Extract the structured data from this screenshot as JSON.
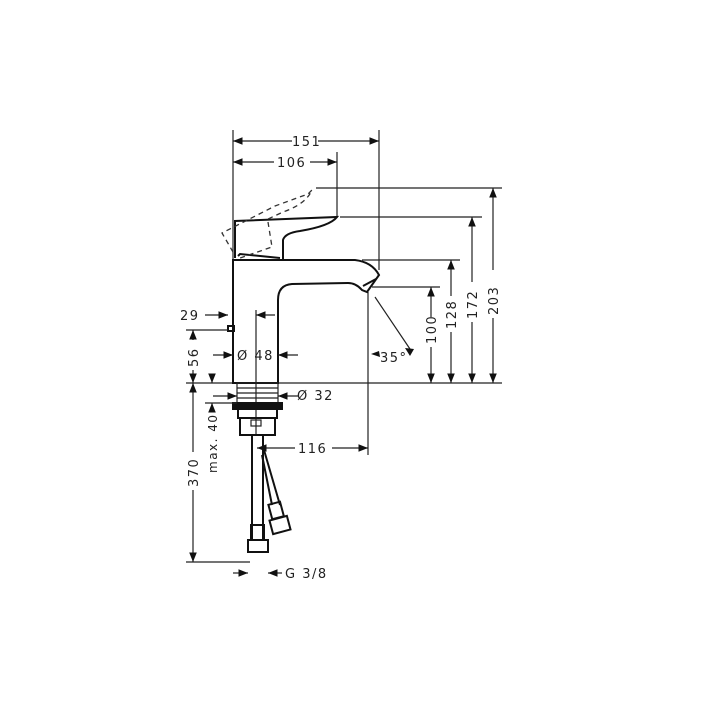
{
  "dimensions": {
    "overall_depth": "151",
    "lever_depth": "106",
    "height_lever_open": "203",
    "height_lever": "172",
    "height_body": "128",
    "spout_height": "100",
    "lever_offset": "29",
    "base_to_pop": "56",
    "body_diameter": "Ø 48",
    "thread_diameter": "Ø 32",
    "spout_angle": "35°",
    "max_thickness": "max. 40",
    "hose_length": "370",
    "spout_reach": "116",
    "connection": "G 3/8"
  }
}
